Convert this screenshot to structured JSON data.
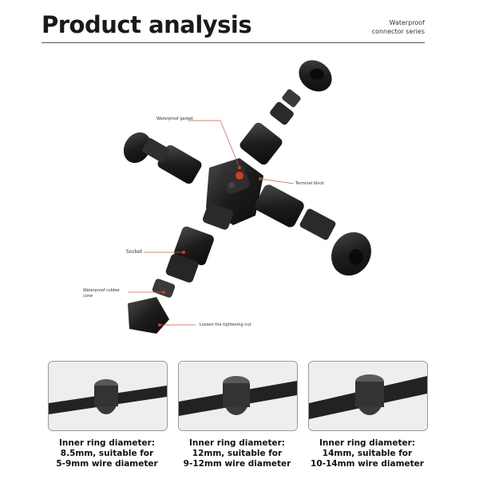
{
  "header": {
    "title": "Product analysis",
    "series_line1": "Waterproof",
    "series_line2": "connector series"
  },
  "callouts": {
    "gasket": "Waterproof gasket",
    "terminal": "Terminal block",
    "socket": "Socket",
    "rubber_line1": "Waterproof rubber",
    "rubber_line2": "cone",
    "nut": "Loosen the tightening nut"
  },
  "cards": [
    {
      "line1": "Inner ring diameter:",
      "line2": "8.5mm, suitable for",
      "line3": "5-9mm wire diameter"
    },
    {
      "line1": "Inner ring diameter:",
      "line2": "12mm, suitable for",
      "line3": "9-12mm wire diameter"
    },
    {
      "line1": "Inner ring diameter:",
      "line2": "14mm, suitable for",
      "line3": "10-14mm wire diameter"
    }
  ],
  "colors": {
    "accent_red": "#d23a2a",
    "connector_black": "#1c1c1c",
    "cable": "#2a2a2a"
  }
}
